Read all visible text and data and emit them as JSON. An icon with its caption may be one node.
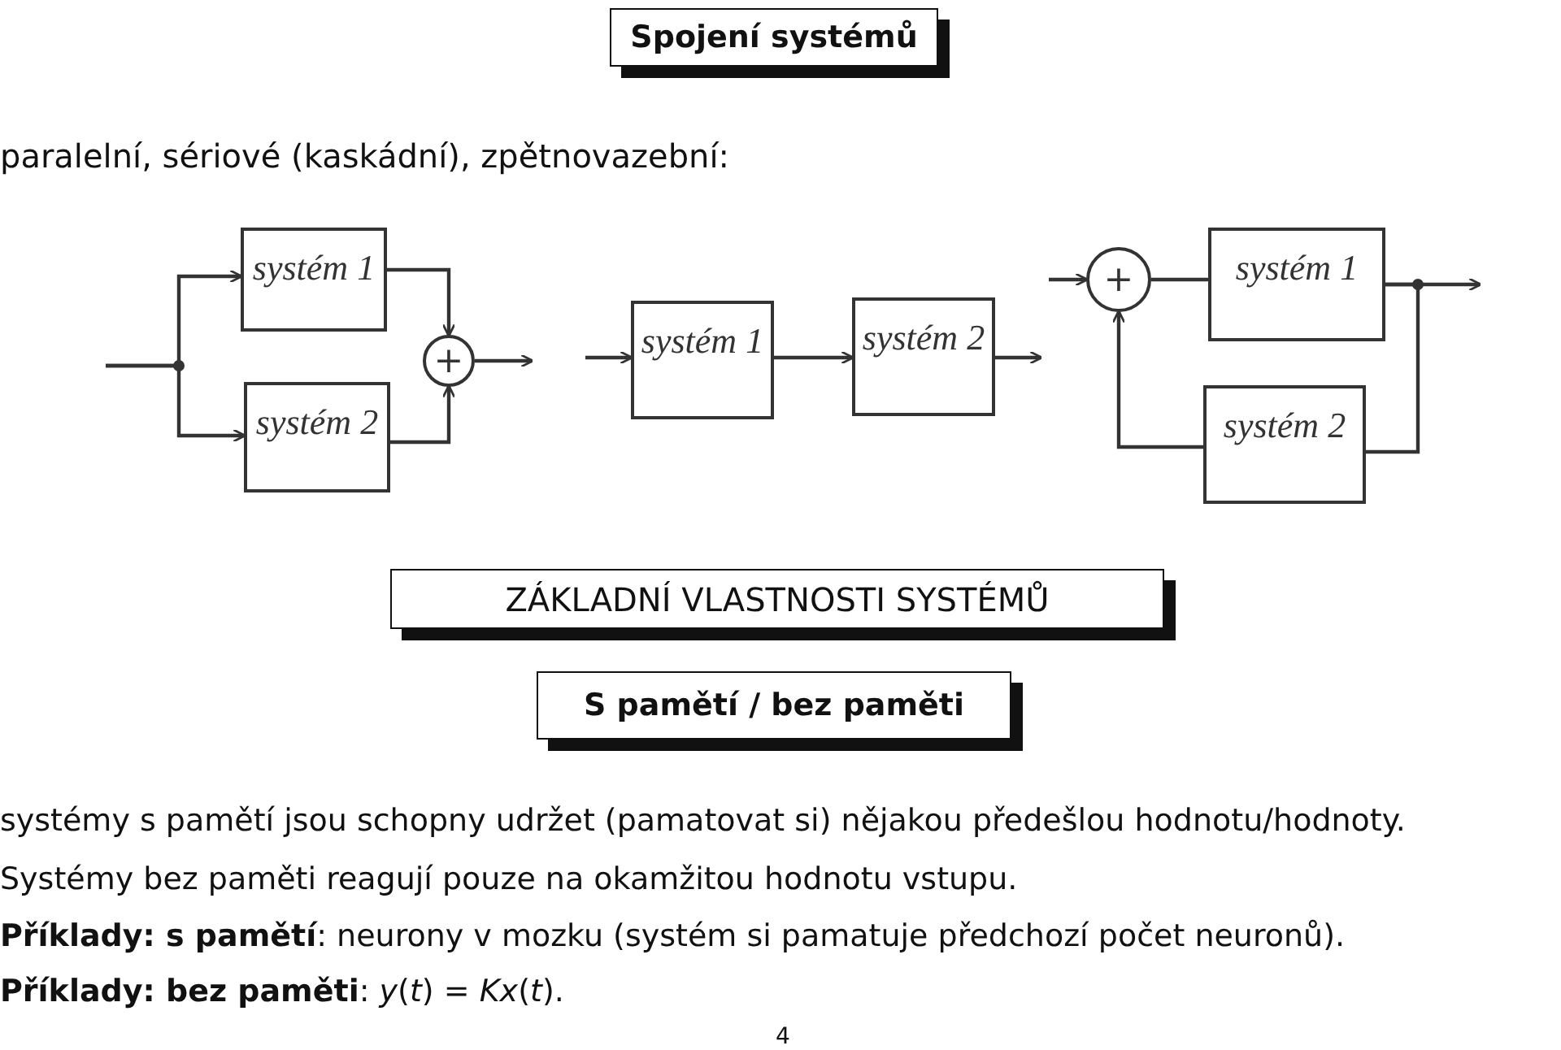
{
  "diagram": {
    "title": "Spojení systémů",
    "nodes": [
      {
        "text": [
          "systém 1"
        ]
      },
      {
        "text": [
          "systém 2"
        ]
      },
      {
        "text": [
          "+"
        ]
      },
      {
        "text": [
          "systém 1"
        ]
      },
      {
        "text": [
          "systém 2"
        ]
      },
      {
        "text": [
          "+"
        ]
      },
      {
        "text": [
          "systém 1"
        ]
      },
      {
        "text": [
          "systém 2"
        ]
      },
      {
        "text": [
          "ZÁKLADNÍ VLASTNOSTI SYSTÉMŮ"
        ]
      },
      {
        "text": [
          "S pamětí / bez paměti"
        ]
      }
    ],
    "edges": [
      {
        "from": null,
        "to": 0,
        "arrow": "to"
      },
      {
        "from": null,
        "to": 1,
        "arrow": "to"
      },
      {
        "from": 0,
        "to": 2,
        "arrow": "to"
      },
      {
        "from": 1,
        "to": 2,
        "arrow": "to"
      },
      {
        "from": 2,
        "to": null,
        "arrow": "to"
      },
      {
        "from": null,
        "to": 3,
        "arrow": "to"
      },
      {
        "from": 3,
        "to": 4,
        "arrow": "to"
      },
      {
        "from": 4,
        "to": null,
        "arrow": "to"
      },
      {
        "from": null,
        "to": 5,
        "arrow": "to"
      },
      {
        "from": 5,
        "to": 6,
        "arrow": "none"
      },
      {
        "from": 6,
        "to": null,
        "arrow": "to"
      },
      {
        "from": 6,
        "to": 7,
        "arrow": "none"
      },
      {
        "from": 7,
        "to": 5,
        "arrow": "to"
      }
    ],
    "labels": [
      "paralelní, sériové (kaskádní), zpětnovazební:",
      "systémy s pamětí jsou schopny udržet (pamatovat si) nějakou předešlou hodnotu/hodnoty.",
      "Systémy bez paměti reagují pouze na okamžitou hodnotu vstupu.",
      "**Příklady: s pamětí**: neurony v mozku (systém si pamatuje předchozí počet neuronů).",
      "**Příklady: bez paměti**: *y*(*t*) = *Kx*(*t*).",
      "4"
    ]
  }
}
